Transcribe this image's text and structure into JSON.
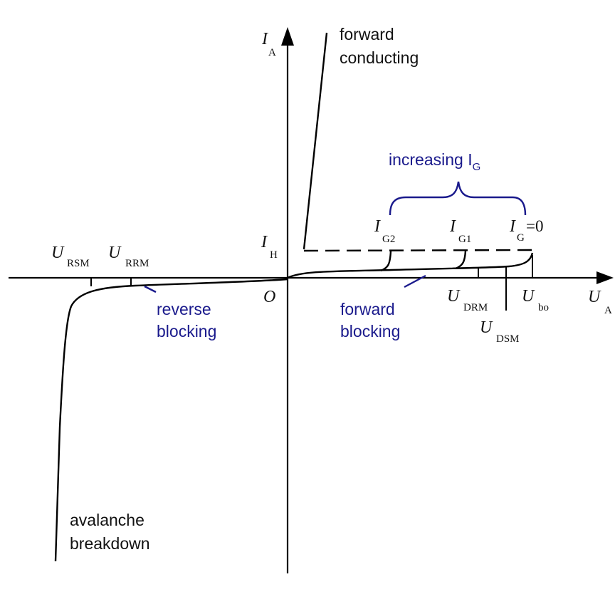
{
  "axes": {
    "y_symbol": "I",
    "y_subscript": "A",
    "x_symbol": "U",
    "x_subscript": "A",
    "origin": "O"
  },
  "regions": {
    "forward_conducting": [
      "forward",
      "conducting"
    ],
    "forward_blocking": [
      "forward",
      "blocking"
    ],
    "reverse_blocking": [
      "reverse",
      "blocking"
    ],
    "avalanche_breakdown": [
      "avalanche",
      "breakdown"
    ]
  },
  "gate": {
    "increasing_text": "increasing I",
    "increasing_sub": "G",
    "ig2_symbol": "I",
    "ig2_sub": "G2",
    "ig1_symbol": "I",
    "ig1_sub": "G1",
    "ig0_symbol": "I",
    "ig0_sub": "G",
    "ig0_value": "=0"
  },
  "holding": {
    "symbol": "I",
    "sub": "H"
  },
  "voltages": {
    "rsm": {
      "symbol": "U",
      "sub": "RSM"
    },
    "rrm": {
      "symbol": "U",
      "sub": "RRM"
    },
    "drm": {
      "symbol": "U",
      "sub": "DRM"
    },
    "bo": {
      "symbol": "U",
      "sub": "bo"
    },
    "dsm": {
      "symbol": "U",
      "sub": "DSM"
    }
  },
  "colors": {
    "curve": "#000000",
    "annotation": "#1a1a8c"
  }
}
